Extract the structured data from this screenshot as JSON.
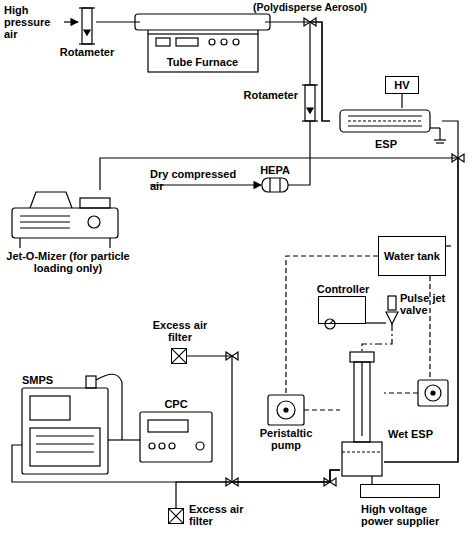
{
  "diagram": {
    "nodes": [
      {
        "text": [
          "Rotameter"
        ]
      },
      {
        "text": [
          "Tube Furnace"
        ]
      },
      {
        "text": [
          "Rotameter"
        ]
      },
      {
        "text": [
          "HV"
        ]
      },
      {
        "text": [
          "ESP"
        ]
      },
      {
        "text": [
          "HEPA"
        ]
      },
      {
        "text": [
          "Jet-O-Mizer (for particle loading only)"
        ]
      },
      {
        "text": [
          "Water tank"
        ]
      },
      {
        "text": [
          "Controller"
        ]
      },
      {
        "text": [
          "Pulse jet valve"
        ]
      },
      {
        "text": [
          "Excess air filter"
        ]
      },
      {
        "text": [
          "SMPS"
        ]
      },
      {
        "text": [
          "CPC"
        ]
      },
      {
        "text": [
          "Peristaltic pump"
        ]
      },
      {
        "text": [
          "Wet ESP"
        ]
      },
      {
        "text": [
          "Excess air filter"
        ]
      },
      {
        "text": [
          "High voltage power supplier"
        ]
      }
    ],
    "edges": [
      {
        "from": 0,
        "to": 1,
        "arrow": "none"
      },
      {
        "from": 1,
        "to": 4,
        "arrow": "none"
      },
      {
        "from": 5,
        "to": 2,
        "arrow": "none"
      },
      {
        "from": 2,
        "to": 4,
        "arrow": "none"
      },
      {
        "from": 3,
        "to": 4,
        "arrow": "none"
      },
      {
        "from": 4,
        "to": 14,
        "arrow": "none"
      },
      {
        "from": 6,
        "to": 14,
        "arrow": "none"
      },
      {
        "from": 8,
        "to": 9,
        "arrow": "none"
      },
      {
        "from": 7,
        "to": 13,
        "arrow": "none"
      },
      {
        "from": 13,
        "to": 14,
        "arrow": "none"
      },
      {
        "from": 9,
        "to": 14,
        "arrow": "none"
      },
      {
        "from": 14,
        "to": 11,
        "arrow": "none"
      },
      {
        "from": 11,
        "to": 12,
        "arrow": "none"
      },
      {
        "from": 10,
        "to": 14,
        "arrow": "none"
      },
      {
        "from": 16,
        "to": 14,
        "arrow": "none"
      },
      {
        "from": 15,
        "to": 14,
        "arrow": "none"
      }
    ],
    "labels": [
      "High pressure air",
      "(Polydisperse Aerosol)",
      "Dry compressed air"
    ]
  }
}
